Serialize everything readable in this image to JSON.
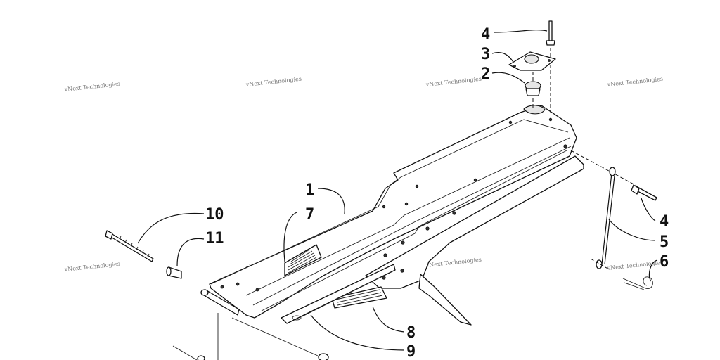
{
  "callouts": {
    "c1": "1",
    "c2": "2",
    "c3": "3",
    "c4_top": "4",
    "c4_right": "4",
    "c5": "5",
    "c6": "6",
    "c7": "7",
    "c8": "8",
    "c9": "9",
    "c10": "10",
    "c11": "11"
  },
  "watermark": {
    "text": "vNext Technologies"
  }
}
